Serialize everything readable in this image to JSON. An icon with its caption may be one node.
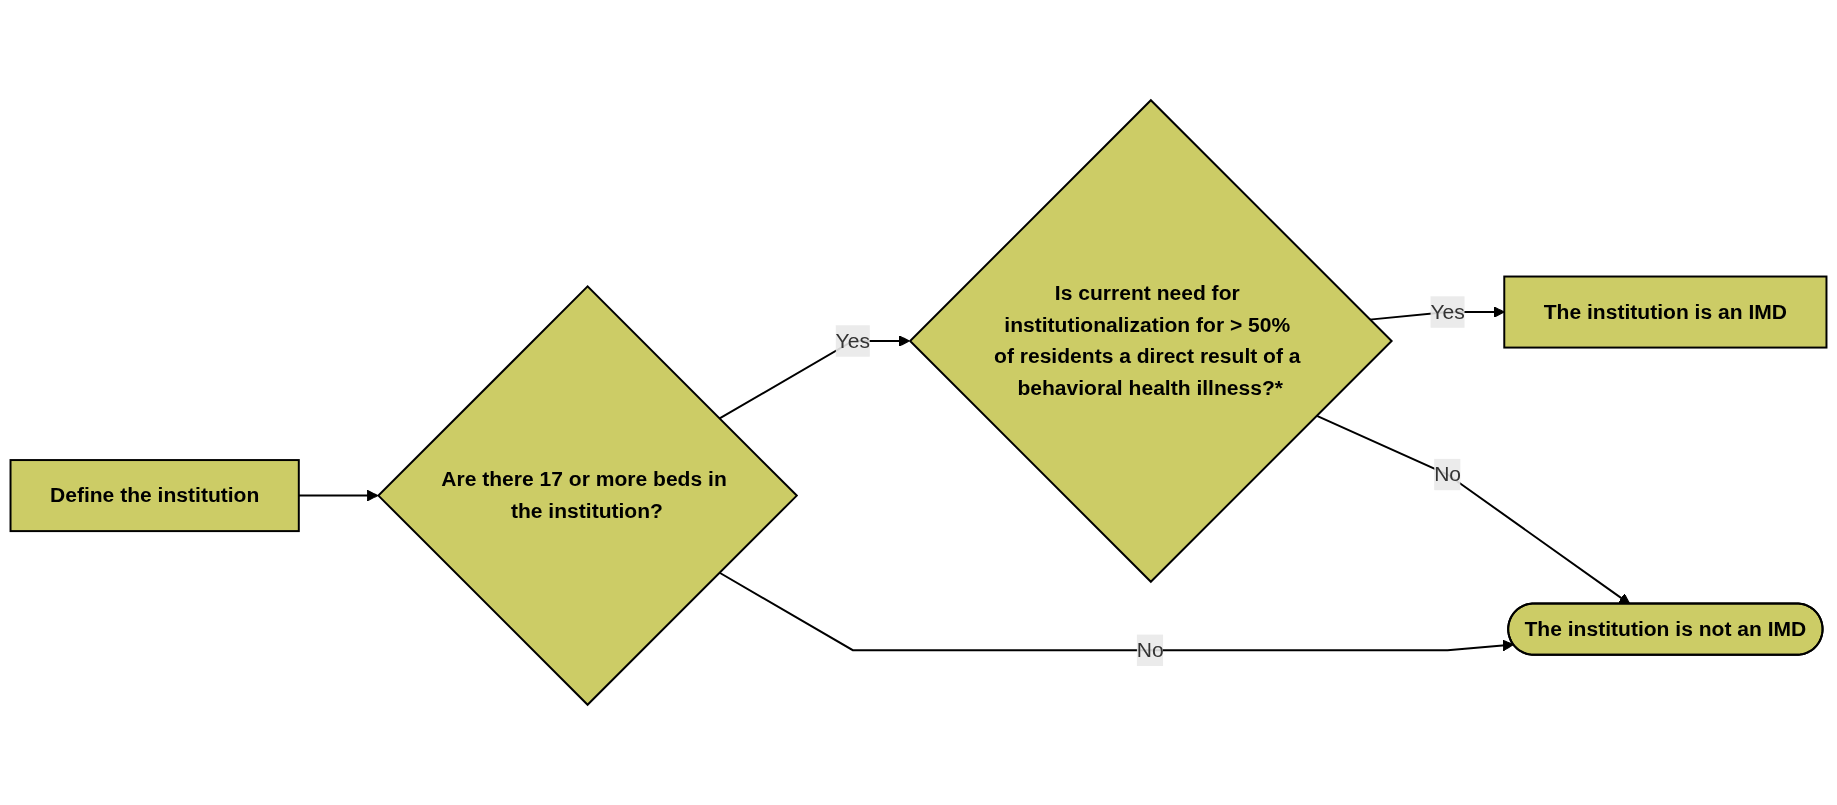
{
  "diagram": {
    "nodes": [
      {
        "text": [
          "Define the institution"
        ]
      },
      {
        "text": [
          "Are there 17 or more beds in the institution?"
        ]
      },
      {
        "text": [
          "Is current need for institutionalization for > 50% of residents a direct result of a behavioral health illness?*"
        ]
      },
      {
        "text": [
          "The institution is an IMD"
        ]
      },
      {
        "text": [
          "The institution is not an IMD"
        ]
      }
    ],
    "edges": [
      {
        "from": 0,
        "to": 1,
        "arrow": "to"
      },
      {
        "from": 1,
        "to": 2,
        "label": "Yes",
        "arrow": "to"
      },
      {
        "from": 2,
        "to": 3,
        "label": "Yes",
        "arrow": "to"
      },
      {
        "from": 1,
        "to": 4,
        "label": "No",
        "arrow": "to"
      },
      {
        "from": 2,
        "to": 4,
        "label": "No",
        "arrow": "to"
      }
    ]
  }
}
